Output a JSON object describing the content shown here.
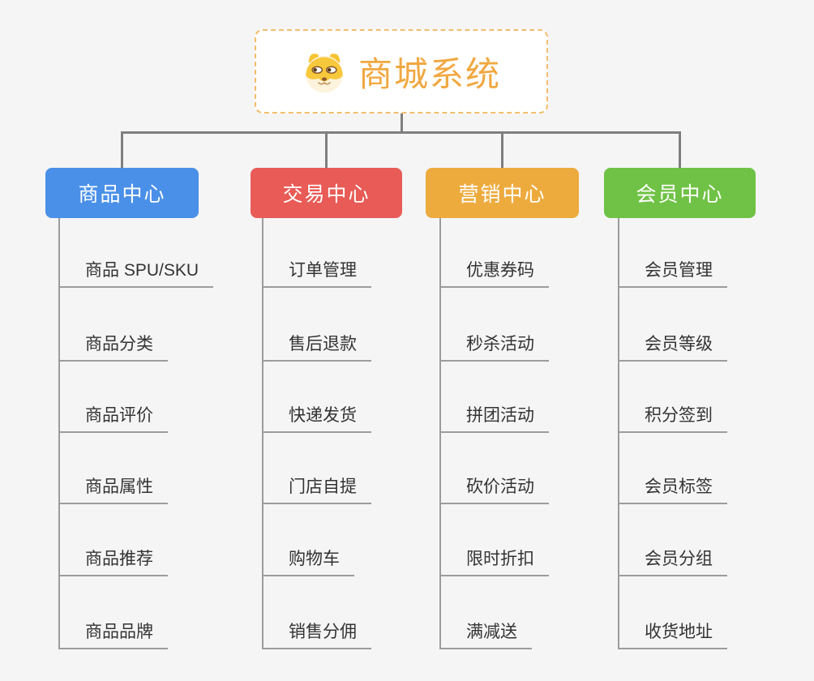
{
  "root": {
    "title": "商城系统",
    "icon": "dog-face-icon",
    "title_color": "#f0a841",
    "border_color": "#f2be6b"
  },
  "colors": {
    "background": "#f5f5f6",
    "connector": "#7f7f7f",
    "branch_line": "#9c9c9c",
    "item_text": "#333333"
  },
  "branches": [
    {
      "label": "商品中心",
      "color": "#4a90e8",
      "items": [
        "商品 SPU/SKU",
        "商品分类",
        "商品评价",
        "商品属性",
        "商品推荐",
        "商品品牌"
      ]
    },
    {
      "label": "交易中心",
      "color": "#e85b56",
      "items": [
        "订单管理",
        "售后退款",
        "快递发货",
        "门店自提",
        "购物车",
        "销售分佣"
      ]
    },
    {
      "label": "营销中心",
      "color": "#edab3e",
      "items": [
        "优惠券码",
        "秒杀活动",
        "拼团活动",
        "砍价活动",
        "限时折扣",
        "满减送"
      ]
    },
    {
      "label": "会员中心",
      "color": "#6fc245",
      "items": [
        "会员管理",
        "会员等级",
        "积分签到",
        "会员标签",
        "会员分组",
        "收货地址"
      ]
    }
  ]
}
